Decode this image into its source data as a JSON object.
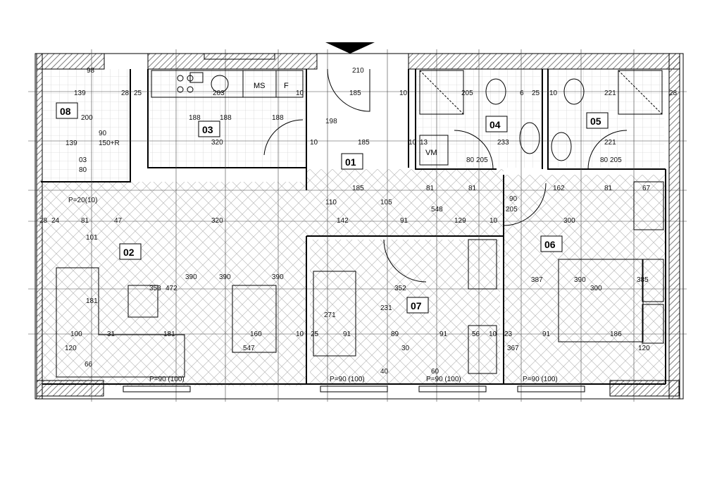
{
  "rooms": [
    {
      "id": "01"
    },
    {
      "id": "02"
    },
    {
      "id": "03"
    },
    {
      "id": "04"
    },
    {
      "id": "05"
    },
    {
      "id": "06"
    },
    {
      "id": "07"
    },
    {
      "id": "08"
    }
  ],
  "fixtures": {
    "ms": "MS",
    "f": "F",
    "vm": "VM"
  },
  "windows": [
    {
      "label": "P=90 (100)"
    },
    {
      "label": "P=90 (100)"
    },
    {
      "label": "P=90 (100)"
    },
    {
      "label": "P=90 (100)"
    },
    {
      "label": "P=20(10)"
    }
  ],
  "dimensions": [
    "139",
    "28",
    "25",
    "203",
    "10",
    "185",
    "10",
    "205",
    "6",
    "25",
    "10",
    "221",
    "28",
    "200",
    "139",
    "150+R",
    "90",
    "03",
    "80",
    "188",
    "188",
    "188",
    "320",
    "10",
    "185",
    "10",
    "233",
    "13",
    "80",
    "205",
    "221",
    "80",
    "205",
    "185",
    "81",
    "81",
    "162",
    "81",
    "67",
    "28",
    "24",
    "81",
    "47",
    "320",
    "142",
    "91",
    "129",
    "10",
    "300",
    "110",
    "105",
    "548",
    "390",
    "472",
    "353",
    "390",
    "390",
    "352",
    "231",
    "271",
    "387",
    "390",
    "385",
    "300",
    "100",
    "31",
    "181",
    "160",
    "10",
    "25",
    "91",
    "89",
    "91",
    "56",
    "10",
    "23",
    "91",
    "186",
    "120",
    "547",
    "30",
    "367",
    "120",
    "66",
    "40",
    "60",
    "90",
    "205",
    "181",
    "101",
    "98",
    "198",
    "210"
  ],
  "colors": {
    "line": "#000000",
    "hatch": "#8a8a8a",
    "wall": "#3a3a3a"
  }
}
